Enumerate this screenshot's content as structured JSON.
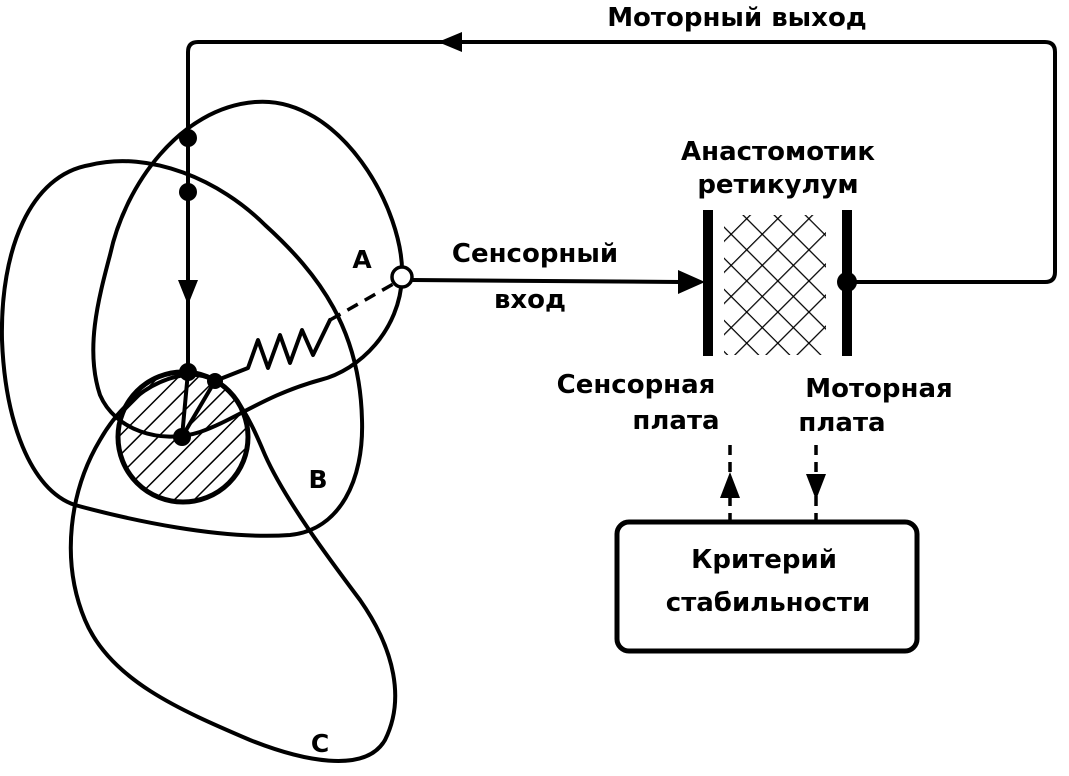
{
  "labels": {
    "motor_output": "Моторный выход",
    "reticulum_line1": "Анастомотик",
    "reticulum_line2": "ретикулум",
    "sensory_input_line1": "Сенсорный",
    "sensory_input_line2": "вход",
    "sensory_plate_line1": "Сенсорная",
    "sensory_plate_line2": "плата",
    "motor_plate_line1": "Моторная",
    "motor_plate_line2": "плата",
    "criterion_line1": "Критерий",
    "criterion_line2": "стабильности",
    "region_a": "A",
    "region_b": "B",
    "region_c": "C"
  }
}
